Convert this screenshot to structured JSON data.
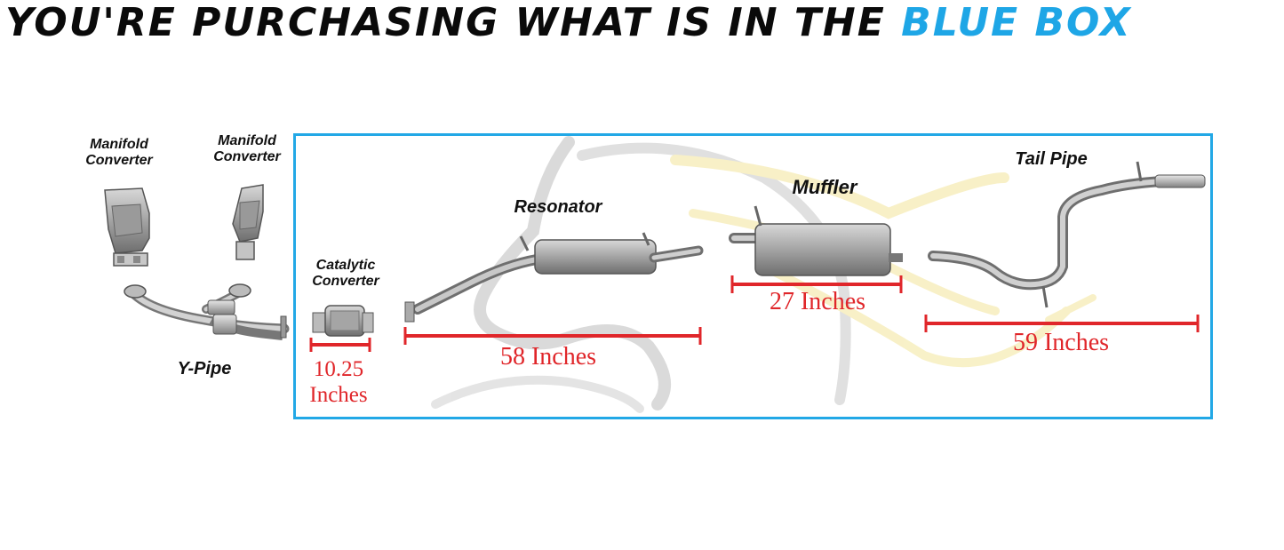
{
  "banner": {
    "text": "YOU'RE PURCHASING WHAT IS IN THE",
    "highlight": "BLUE BOX",
    "text_color": "#0a0a0a",
    "highlight_color": "#1ea6e6"
  },
  "box_color": "#22a8e6",
  "measure_color": "#e0262a",
  "parts": {
    "manifold_left": {
      "line1": "Manifold",
      "line2": "Converter"
    },
    "manifold_right": {
      "line1": "Manifold",
      "line2": "Converter"
    },
    "ypipe": {
      "label": "Y-Pipe"
    },
    "catalytic": {
      "line1": "Catalytic",
      "line2": "Converter",
      "measure_line1": "10.25",
      "measure_line2": "Inches"
    },
    "resonator": {
      "label": "Resonator",
      "measure": "58 Inches"
    },
    "muffler": {
      "label": "Muffler",
      "measure": "27 Inches"
    },
    "tailpipe": {
      "label": "Tail Pipe",
      "measure": "59 Inches"
    }
  }
}
